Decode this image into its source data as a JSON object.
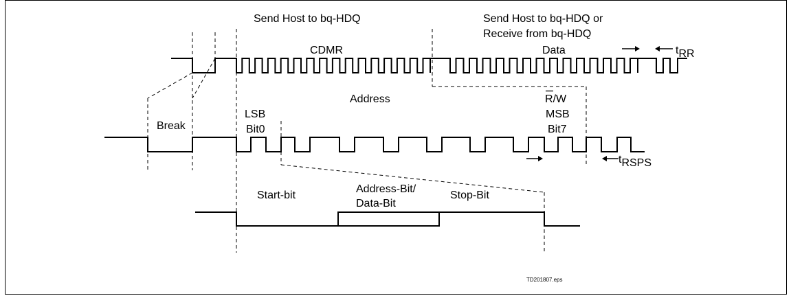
{
  "labels": {
    "send_host": "Send Host to bq-HDQ",
    "send_host_or_line1": "Send Host to bq-HDQ or",
    "send_host_or_line2": "Receive from bq-HDQ",
    "data": "Data",
    "cdmr": "CDMR",
    "address": "Address",
    "break": "Break",
    "lsb": "LSB",
    "bit0": "Bit0",
    "rw_r": "R",
    "rw_rest": "/W",
    "msb": "MSB",
    "bit7": "Bit7",
    "t_rr_base": "t",
    "t_rr_sub": "RR",
    "t_rsps_base": "t",
    "t_rsps_sub": "RSPS",
    "start_bit": "Start-bit",
    "addr_bit_line1": "Address-Bit/",
    "addr_bit_line2": "Data-Bit",
    "stop_bit": "Stop-Bit",
    "figure_id": "TD201807.eps"
  }
}
